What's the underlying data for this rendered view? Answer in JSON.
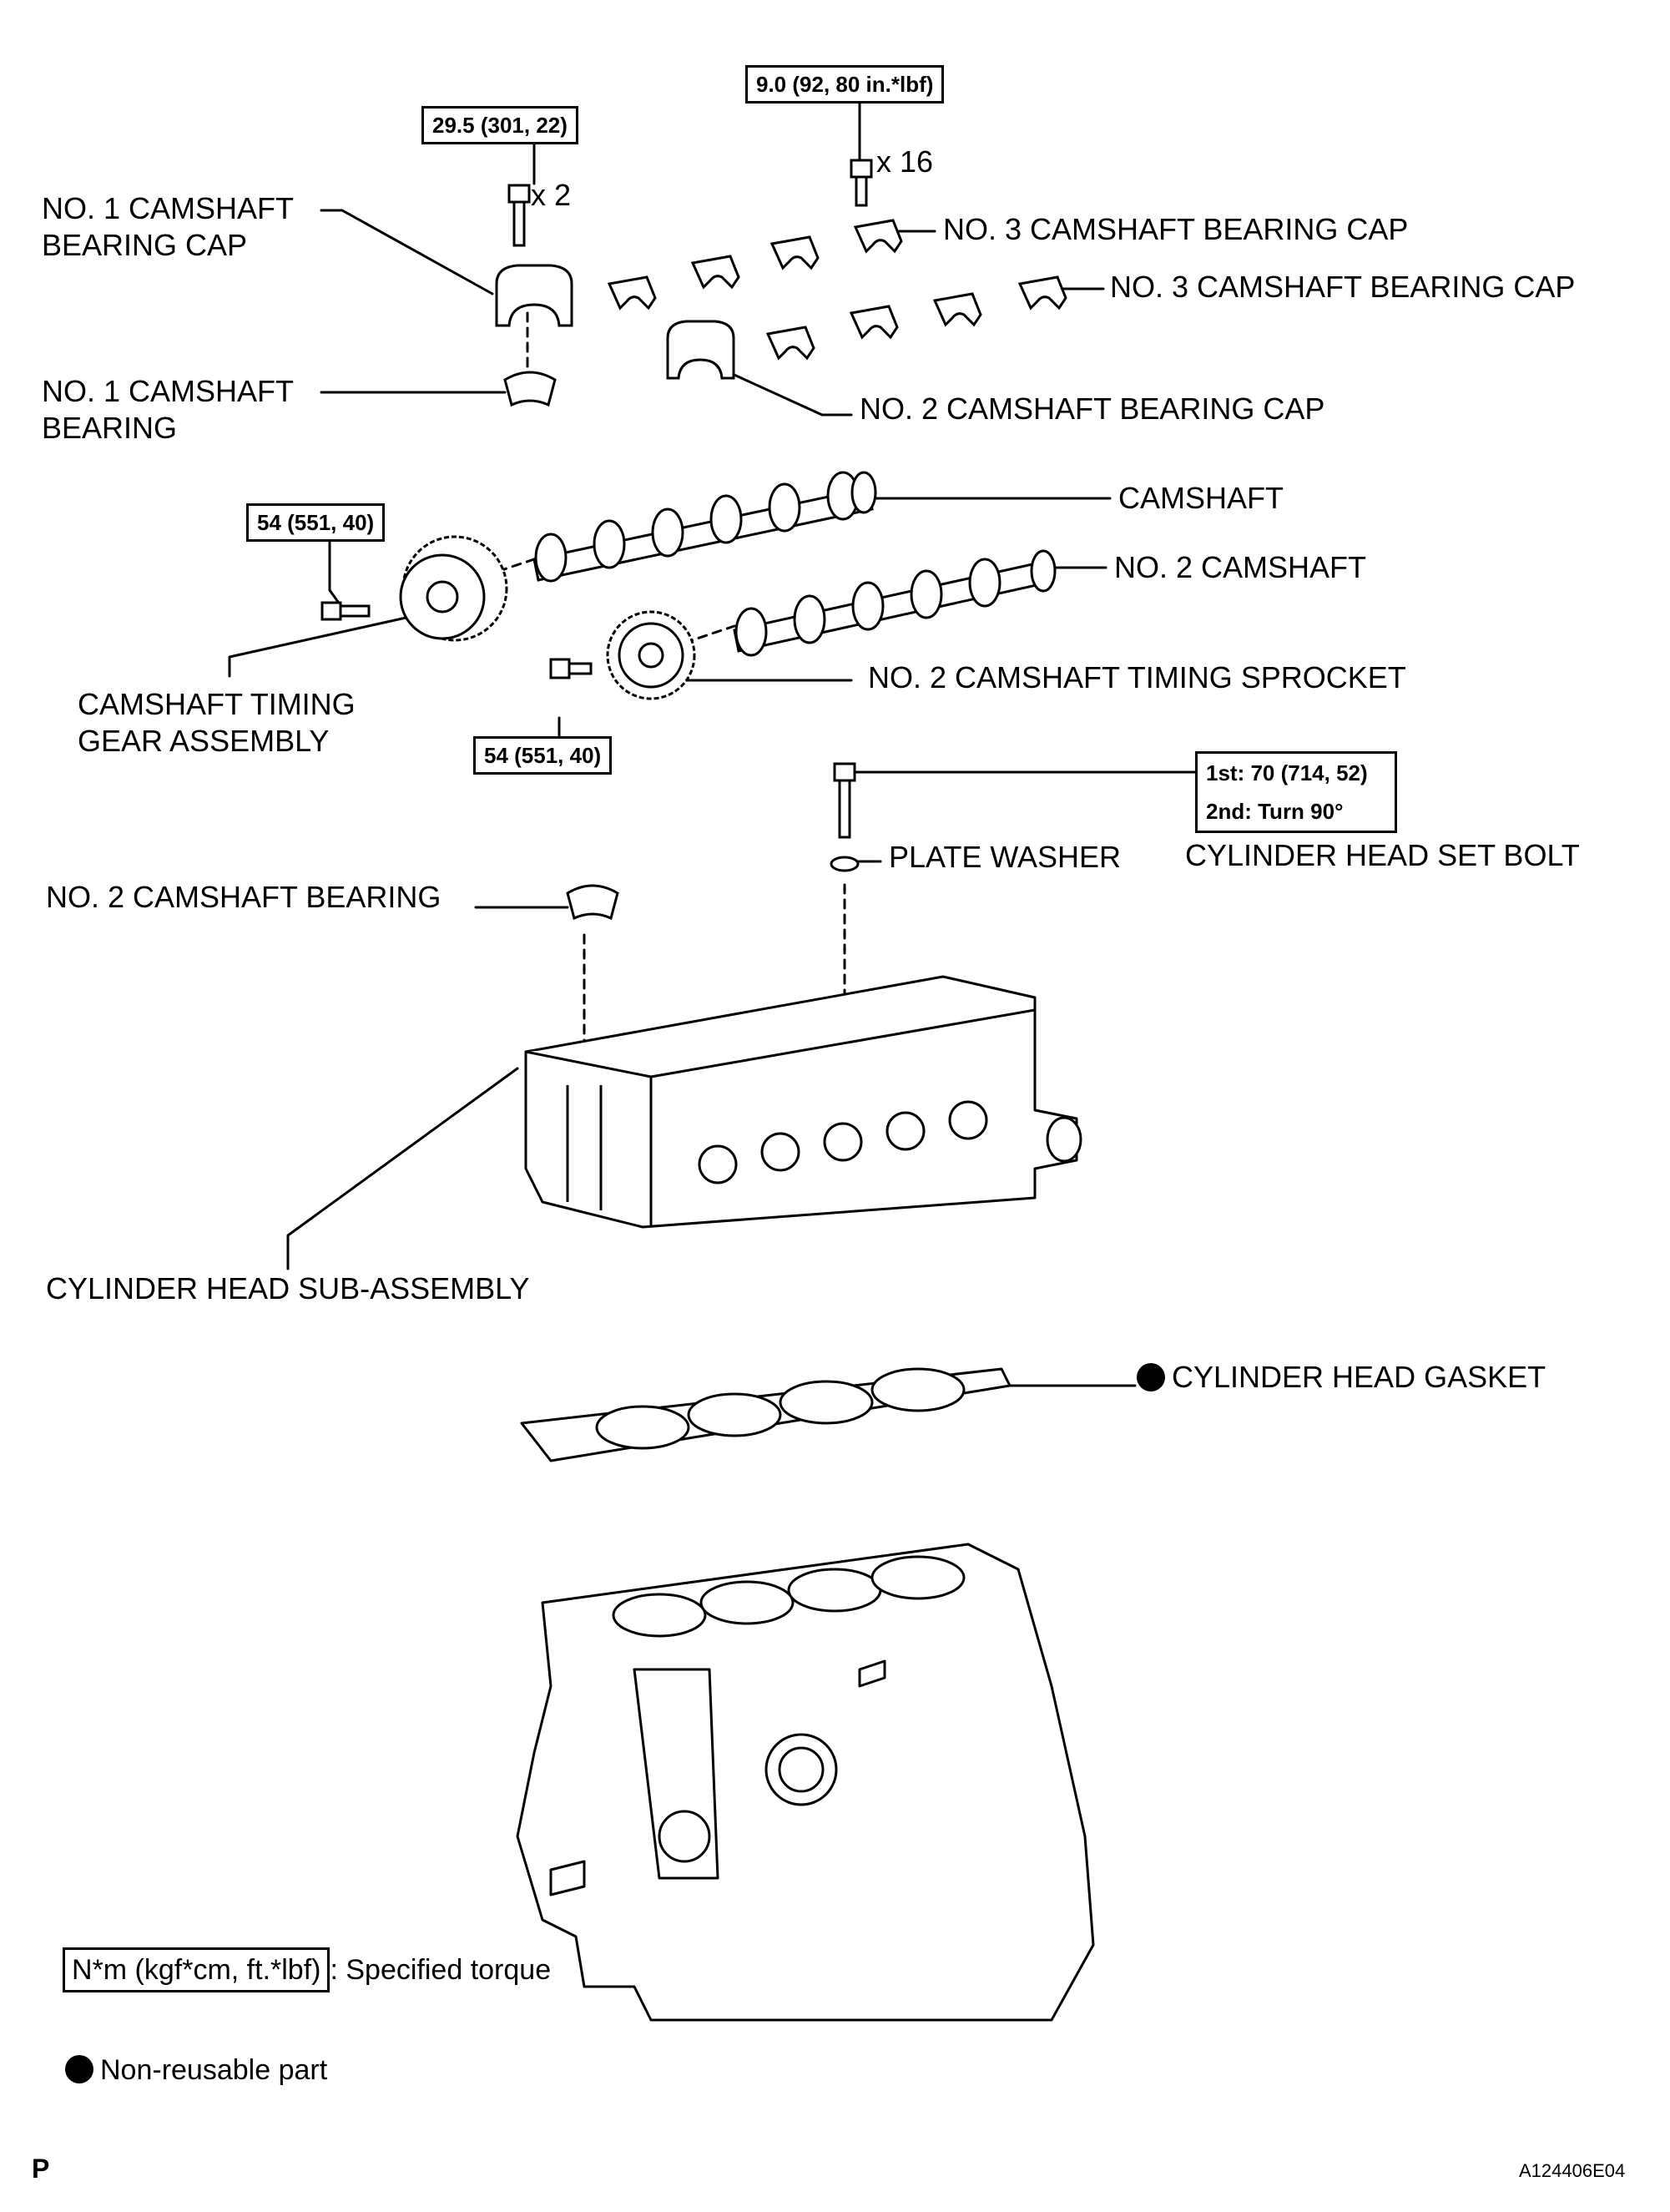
{
  "labels": {
    "no1_cap": "NO. 1 CAMSHAFT\nBEARING CAP",
    "no1_bearing": "NO. 1 CAMSHAFT\nBEARING",
    "no3_cap_a": "NO. 3 CAMSHAFT BEARING CAP",
    "no3_cap_b": "NO. 3 CAMSHAFT BEARING CAP",
    "no2_cap": "NO. 2 CAMSHAFT BEARING CAP",
    "camshaft": "CAMSHAFT",
    "no2_camshaft": "NO. 2 CAMSHAFT",
    "timing_gear": "CAMSHAFT TIMING\nGEAR ASSEMBLY",
    "timing_sprocket": "NO. 2 CAMSHAFT TIMING SPROCKET",
    "plate_washer": "PLATE WASHER",
    "set_bolt": "CYLINDER HEAD SET BOLT",
    "no2_bearing": "NO. 2 CAMSHAFT BEARING",
    "head_sub": "CYLINDER HEAD SUB-ASSEMBLY",
    "gasket": "CYLINDER HEAD GASKET"
  },
  "torque": {
    "cap1": "29.5 (301, 22)",
    "cap3": "9.0 (92, 80 in.*lbf)",
    "gear": "54 (551, 40)",
    "sprocket": "54 (551, 40)",
    "set_bolt_1st": "1st: 70 (714, 52)",
    "set_bolt_2nd": "2nd: Turn 90°"
  },
  "quantities": {
    "cap1": "x 2",
    "cap3": "x 16"
  },
  "legend": {
    "torque_unit": "N*m (kgf*cm, ft.*lbf)",
    "torque_desc": ": Specified torque",
    "nonreusable": "Non-reusable part"
  },
  "footer": {
    "left": "P",
    "right": "A124406E04"
  }
}
